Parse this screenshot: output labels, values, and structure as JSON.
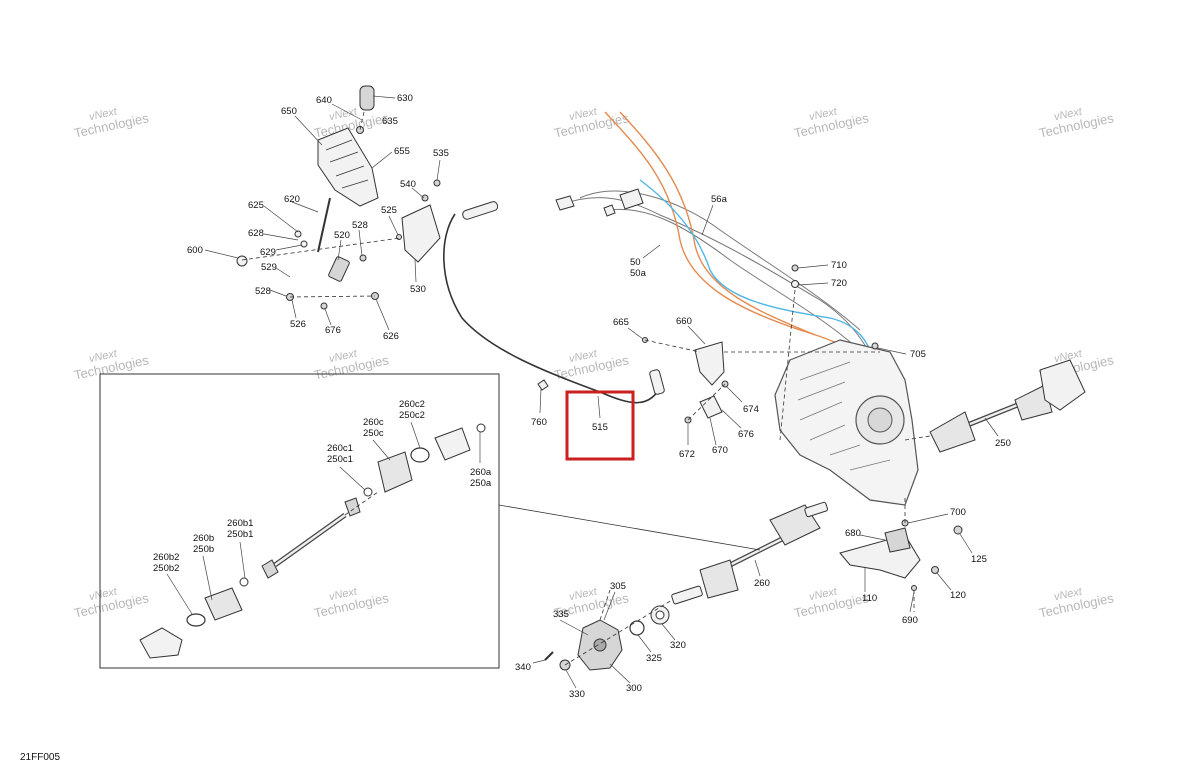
{
  "figure_id": "21FF005",
  "watermark": {
    "line1": "vNext",
    "line2": "Technologies"
  },
  "highlight": {
    "part": "515",
    "color": "#cc1f1f"
  },
  "colors": {
    "orange_harness": "#e58a4e",
    "blue_harness": "#4fb6e6",
    "highlight": "#cc1f1f"
  },
  "callouts": {
    "p630": "630",
    "p640": "640",
    "p635": "635",
    "p650": "650",
    "p655": "655",
    "p535": "535",
    "p540": "540",
    "p620": "620",
    "p625": "625",
    "p628": "628",
    "p629": "629",
    "p600": "600",
    "p520": "520",
    "p528a": "528",
    "p525": "525",
    "p529": "529",
    "p528b": "528",
    "p526": "526",
    "p676a": "676",
    "p626": "626",
    "p530": "530",
    "p56a": "56a",
    "p50": "50",
    "p50a": "50a",
    "p710": "710",
    "p720": "720",
    "p665": "665",
    "p660": "660",
    "p705": "705",
    "p760": "760",
    "p515": "515",
    "p674": "674",
    "p676b": "676",
    "p672": "672",
    "p670": "670",
    "p250": "250",
    "p700": "700",
    "p680": "680",
    "p125": "125",
    "p260": "260",
    "p110": "110",
    "p120": "120",
    "p690": "690",
    "p305": "305",
    "p335": "335",
    "p320": "320",
    "p325": "325",
    "p340": "340",
    "p330": "330",
    "p300": "300",
    "p260c2": "260c2",
    "p250c2": "250c2",
    "p260c": "260c",
    "p250c": "250c",
    "p260c1": "260c1",
    "p250c1": "250c1",
    "p260a": "260a",
    "p250a": "250a",
    "p260b1": "260b1",
    "p250b1": "250b1",
    "p260b": "260b",
    "p250b": "250b",
    "p260b2": "260b2",
    "p250b2": "250b2"
  }
}
